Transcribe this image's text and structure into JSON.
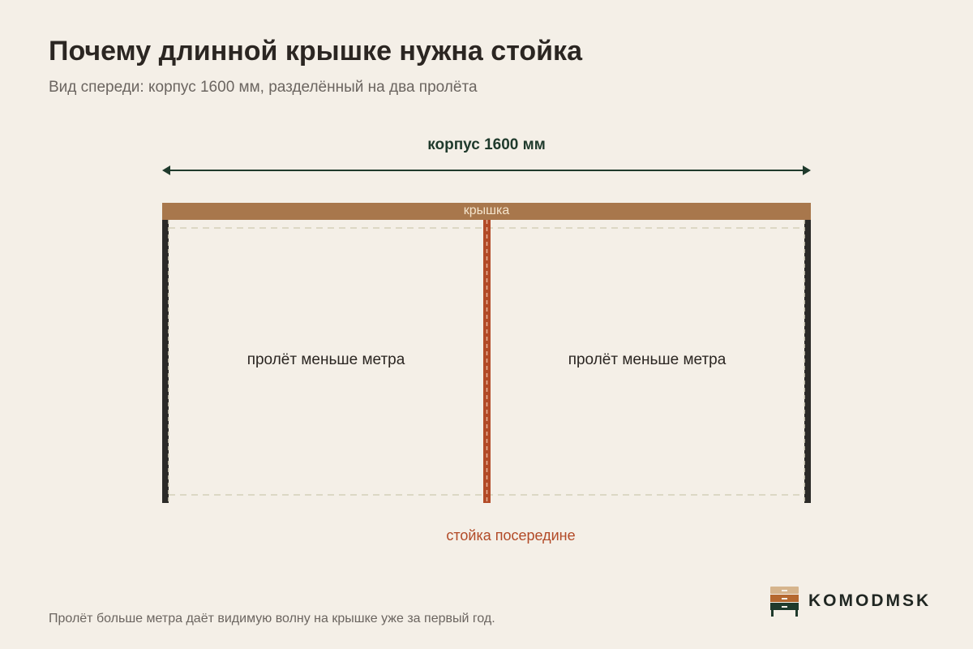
{
  "header": {
    "title": "Почему длинной крышке нужна стойка",
    "subtitle": "Вид спереди: корпус 1600 мм, разделённый на два пролёта"
  },
  "diagram": {
    "dimension_label": "корпус 1600 мм",
    "top_label": "крышка",
    "spans": [
      {
        "label": "пролёт меньше метра"
      },
      {
        "label": "пролёт меньше метра"
      }
    ],
    "post_label": "стойка посередине"
  },
  "footer": {
    "note": "Пролёт больше метра даёт видимую волну на крышке уже за первый год.",
    "brand_name": "KOMODMSK"
  },
  "colors": {
    "background": "#f4efe7",
    "top": "#a8774c",
    "side_walls": "#2b2a28",
    "center_post": "#b24a27",
    "dimension": "#1f3a2c",
    "interior_dashes": "#dcd8c4"
  },
  "icons": {
    "brand": "dresser-icon"
  }
}
